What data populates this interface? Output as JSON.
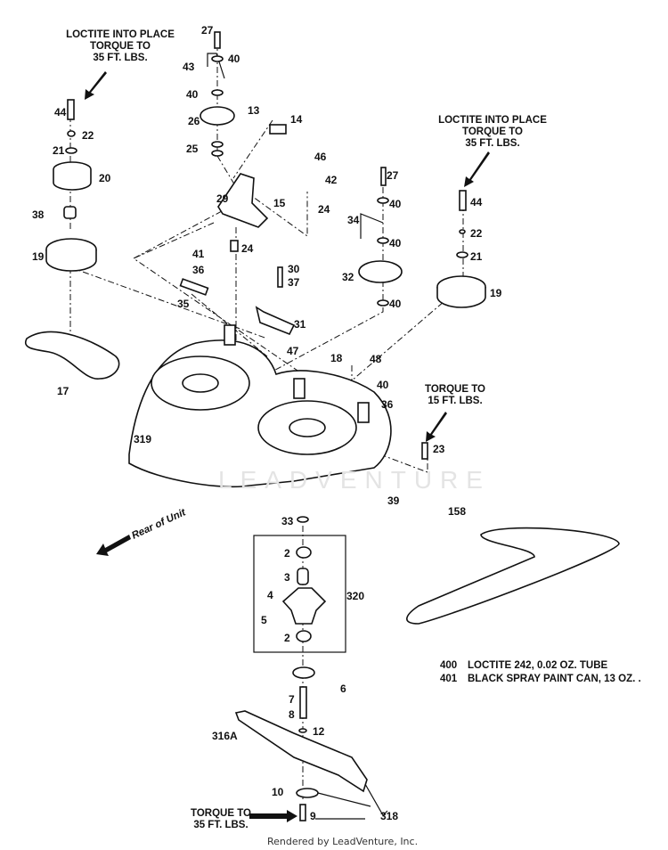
{
  "notes": {
    "top_left": [
      "LOCTITE INTO PLACE",
      "TORQUE TO",
      "35 FT. LBS."
    ],
    "top_right": [
      "LOCTITE INTO PLACE",
      "TORQUE TO",
      "35 FT. LBS."
    ],
    "torque_15": [
      "TORQUE TO",
      "15 FT. LBS."
    ],
    "torque_bottom": [
      "TORQUE TO",
      "35 FT. LBS."
    ],
    "rear_of_unit": "Rear of Unit"
  },
  "callouts": [
    "27",
    "40",
    "43",
    "40",
    "26",
    "13",
    "14",
    "25",
    "46",
    "42",
    "29",
    "15",
    "24",
    "41",
    "24",
    "36",
    "30",
    "37",
    "35",
    "31",
    "47",
    "44",
    "22",
    "21",
    "20",
    "38",
    "19",
    "17",
    "319",
    "27",
    "40",
    "34",
    "40",
    "32",
    "40",
    "44",
    "22",
    "21",
    "19",
    "18",
    "48",
    "40",
    "36",
    "23",
    "39",
    "33",
    "2",
    "3",
    "4",
    "320",
    "5",
    "2",
    "6",
    "7",
    "8",
    "12",
    "316A",
    "10",
    "9",
    "318",
    "158"
  ],
  "parts_list": [
    {
      "number": "400",
      "description": "LOCTITE 242, 0.02 OZ. TUBE"
    },
    {
      "number": "401",
      "description": "BLACK SPRAY PAINT CAN, 13 OZ. ."
    }
  ],
  "watermark": "LEADVENTURE",
  "footer": "Rendered by LeadVenture, Inc."
}
